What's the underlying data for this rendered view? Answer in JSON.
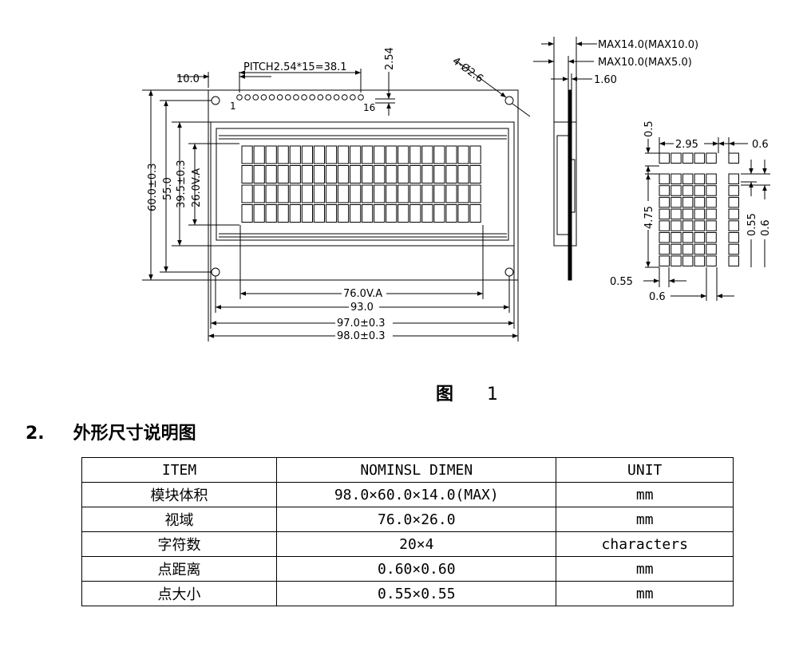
{
  "drawing": {
    "labels": {
      "left_margin": "10.0",
      "pitch": "PITCH2.54*15=38.1",
      "pin_first": "1",
      "pin_last": "16",
      "pin_height": "2.54",
      "hole": "4-Ø2.6",
      "height_total": "60.0±0.3",
      "height_55": "55.0",
      "height_39": "39.5±0.3",
      "height_va": "26.0V.A",
      "width_va": "76.0V.A",
      "width_93": "93.0",
      "width_97": "97.0±0.3",
      "width_98": "98.0±0.3",
      "max_thick_1": "MAX14.0(MAX10.0)",
      "max_thick_2": "MAX10.0(MAX5.0)",
      "pcb_thick": "1.60",
      "char_w": "2.95",
      "dot_pitch_r": "0.6",
      "dot_top": "0.5",
      "char_h": "4.75",
      "dot_size_v": "0.55",
      "dot_pitch_v": "0.6",
      "dot_size_h": "0.55",
      "dot_pitch_h": "0.6"
    },
    "lcd_grid": {
      "columns": 20,
      "rows": 4
    },
    "char_matrix": {
      "columns": 5,
      "rows": 8
    }
  },
  "figure_caption": {
    "label": "图",
    "number": "1"
  },
  "section": {
    "number": "2.",
    "title": "外形尺寸说明图"
  },
  "table": {
    "headers": [
      "ITEM",
      "NOMINSL DIMEN",
      "UNIT"
    ],
    "rows": [
      [
        "模块体积",
        "98.0×60.0×14.0(MAX)",
        "mm"
      ],
      [
        "视域",
        "76.0×26.0",
        "mm"
      ],
      [
        "字符数",
        "20×4",
        "characters"
      ],
      [
        "点距离",
        "0.60×0.60",
        "mm"
      ],
      [
        "点大小",
        "0.55×0.55",
        "mm"
      ]
    ]
  }
}
